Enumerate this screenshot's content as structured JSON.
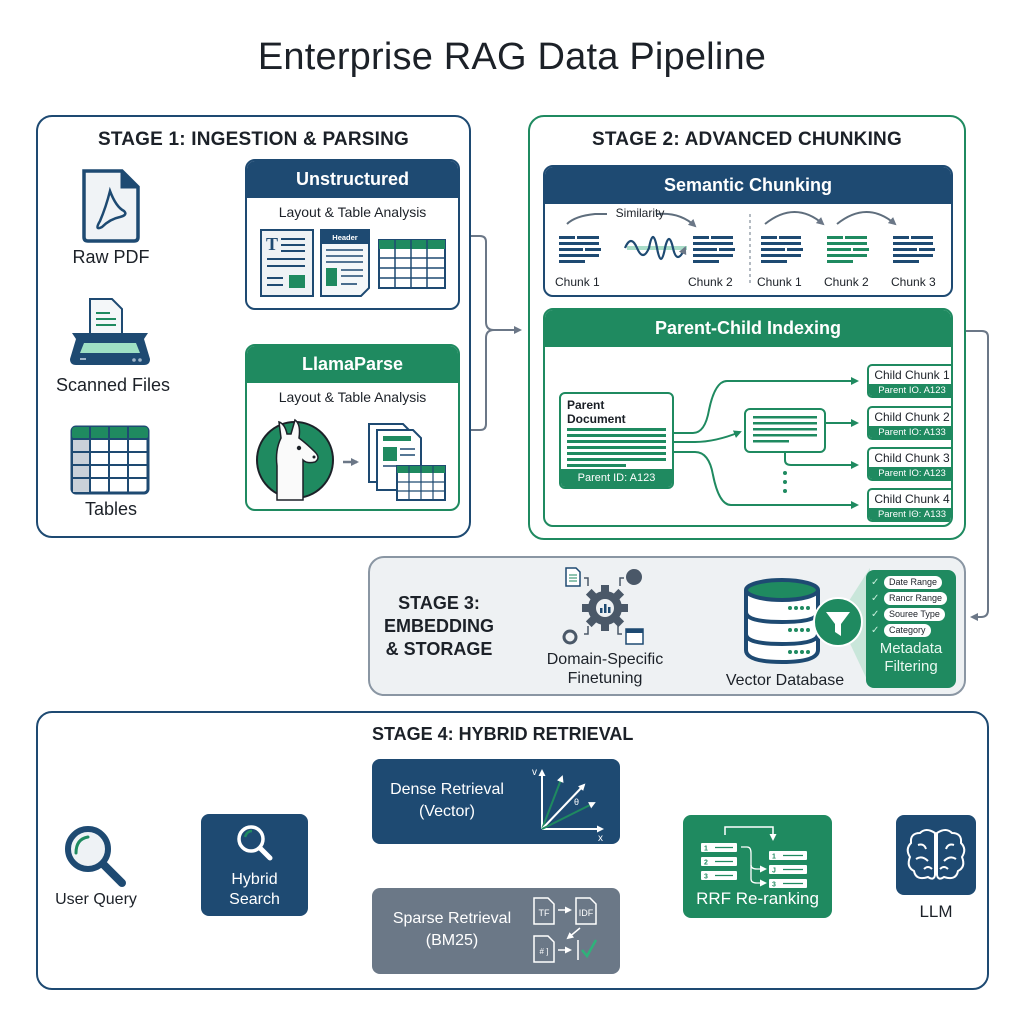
{
  "title": "Enterprise RAG Data Pipeline",
  "colors": {
    "navy": "#1e4a72",
    "green": "#1f8a60",
    "gray": "#6b7887",
    "connector": "#6b7787",
    "stage3_bg": "#eef1f3"
  },
  "stage1": {
    "title": "STAGE 1: INGESTION & PARSING",
    "sources": [
      {
        "label": "Raw PDF",
        "icon": "pdf-file-icon"
      },
      {
        "label": "Scanned Files",
        "icon": "scanner-icon"
      },
      {
        "label": "Tables",
        "icon": "table-icon"
      }
    ],
    "parsers": [
      {
        "name": "Unstructured",
        "subtitle": "Layout & Table Analysis",
        "doc_header_label": "Header"
      },
      {
        "name": "LlamaParse",
        "subtitle": "Layout & Table Analysis"
      }
    ]
  },
  "stage2": {
    "title": "STAGE 2: ADVANCED CHUNKING",
    "semantic": {
      "title": "Semantic Chunking",
      "similarity_label": "Similarity",
      "left_chunks": [
        "Chunk 1",
        "Chunk 2"
      ],
      "right_chunks": [
        "Chunk 1",
        "Chunk 2",
        "Chunk 3"
      ]
    },
    "parent_child": {
      "title": "Parent-Child Indexing",
      "parent_label": "Parent Document",
      "parent_id": "Parent ID: A123",
      "children": [
        {
          "label": "Child Chunk 1",
          "parent": "Parent IO. A123"
        },
        {
          "label": "Child Chunk 2",
          "parent": "Parent IO: A133"
        },
        {
          "label": "Child Chunk 3",
          "parent": "Parent IO: A123"
        },
        {
          "label": "Child Chunk 4",
          "parent": "Parent IΘ: A133"
        }
      ],
      "ellipsis": "⋮"
    }
  },
  "stage3": {
    "title_line1": "STAGE 3:",
    "title_line2": "EMBEDDING",
    "title_line3": "& STORAGE",
    "finetune_line1": "Domain-Specific",
    "finetune_line2": "Finetuning",
    "db_label": "Vector Database",
    "filters": [
      "Date Range",
      "Rancr Range",
      "Souree Type",
      "Category"
    ],
    "filter_title_line1": "Metadata",
    "filter_title_line2": "Filtering"
  },
  "stage4": {
    "title": "STAGE 4: HYBRID RETRIEVAL",
    "user_query": "User Query",
    "hybrid_line1": "Hybrid",
    "hybrid_line2": "Search",
    "dense_line1": "Dense Retrieval",
    "dense_line2": "(Vector)",
    "axis_y": "v",
    "axis_x": "x",
    "theta": "θ",
    "sparse_line1": "Sparse Retrieval",
    "sparse_line2": "(BM25)",
    "tf": "TF",
    "idf": "IDF",
    "rrf": "RRF Re-ranking",
    "rank_left": [
      "1",
      "2",
      "3"
    ],
    "rank_right": [
      "1",
      "J",
      "3"
    ],
    "llm": "LLM"
  }
}
